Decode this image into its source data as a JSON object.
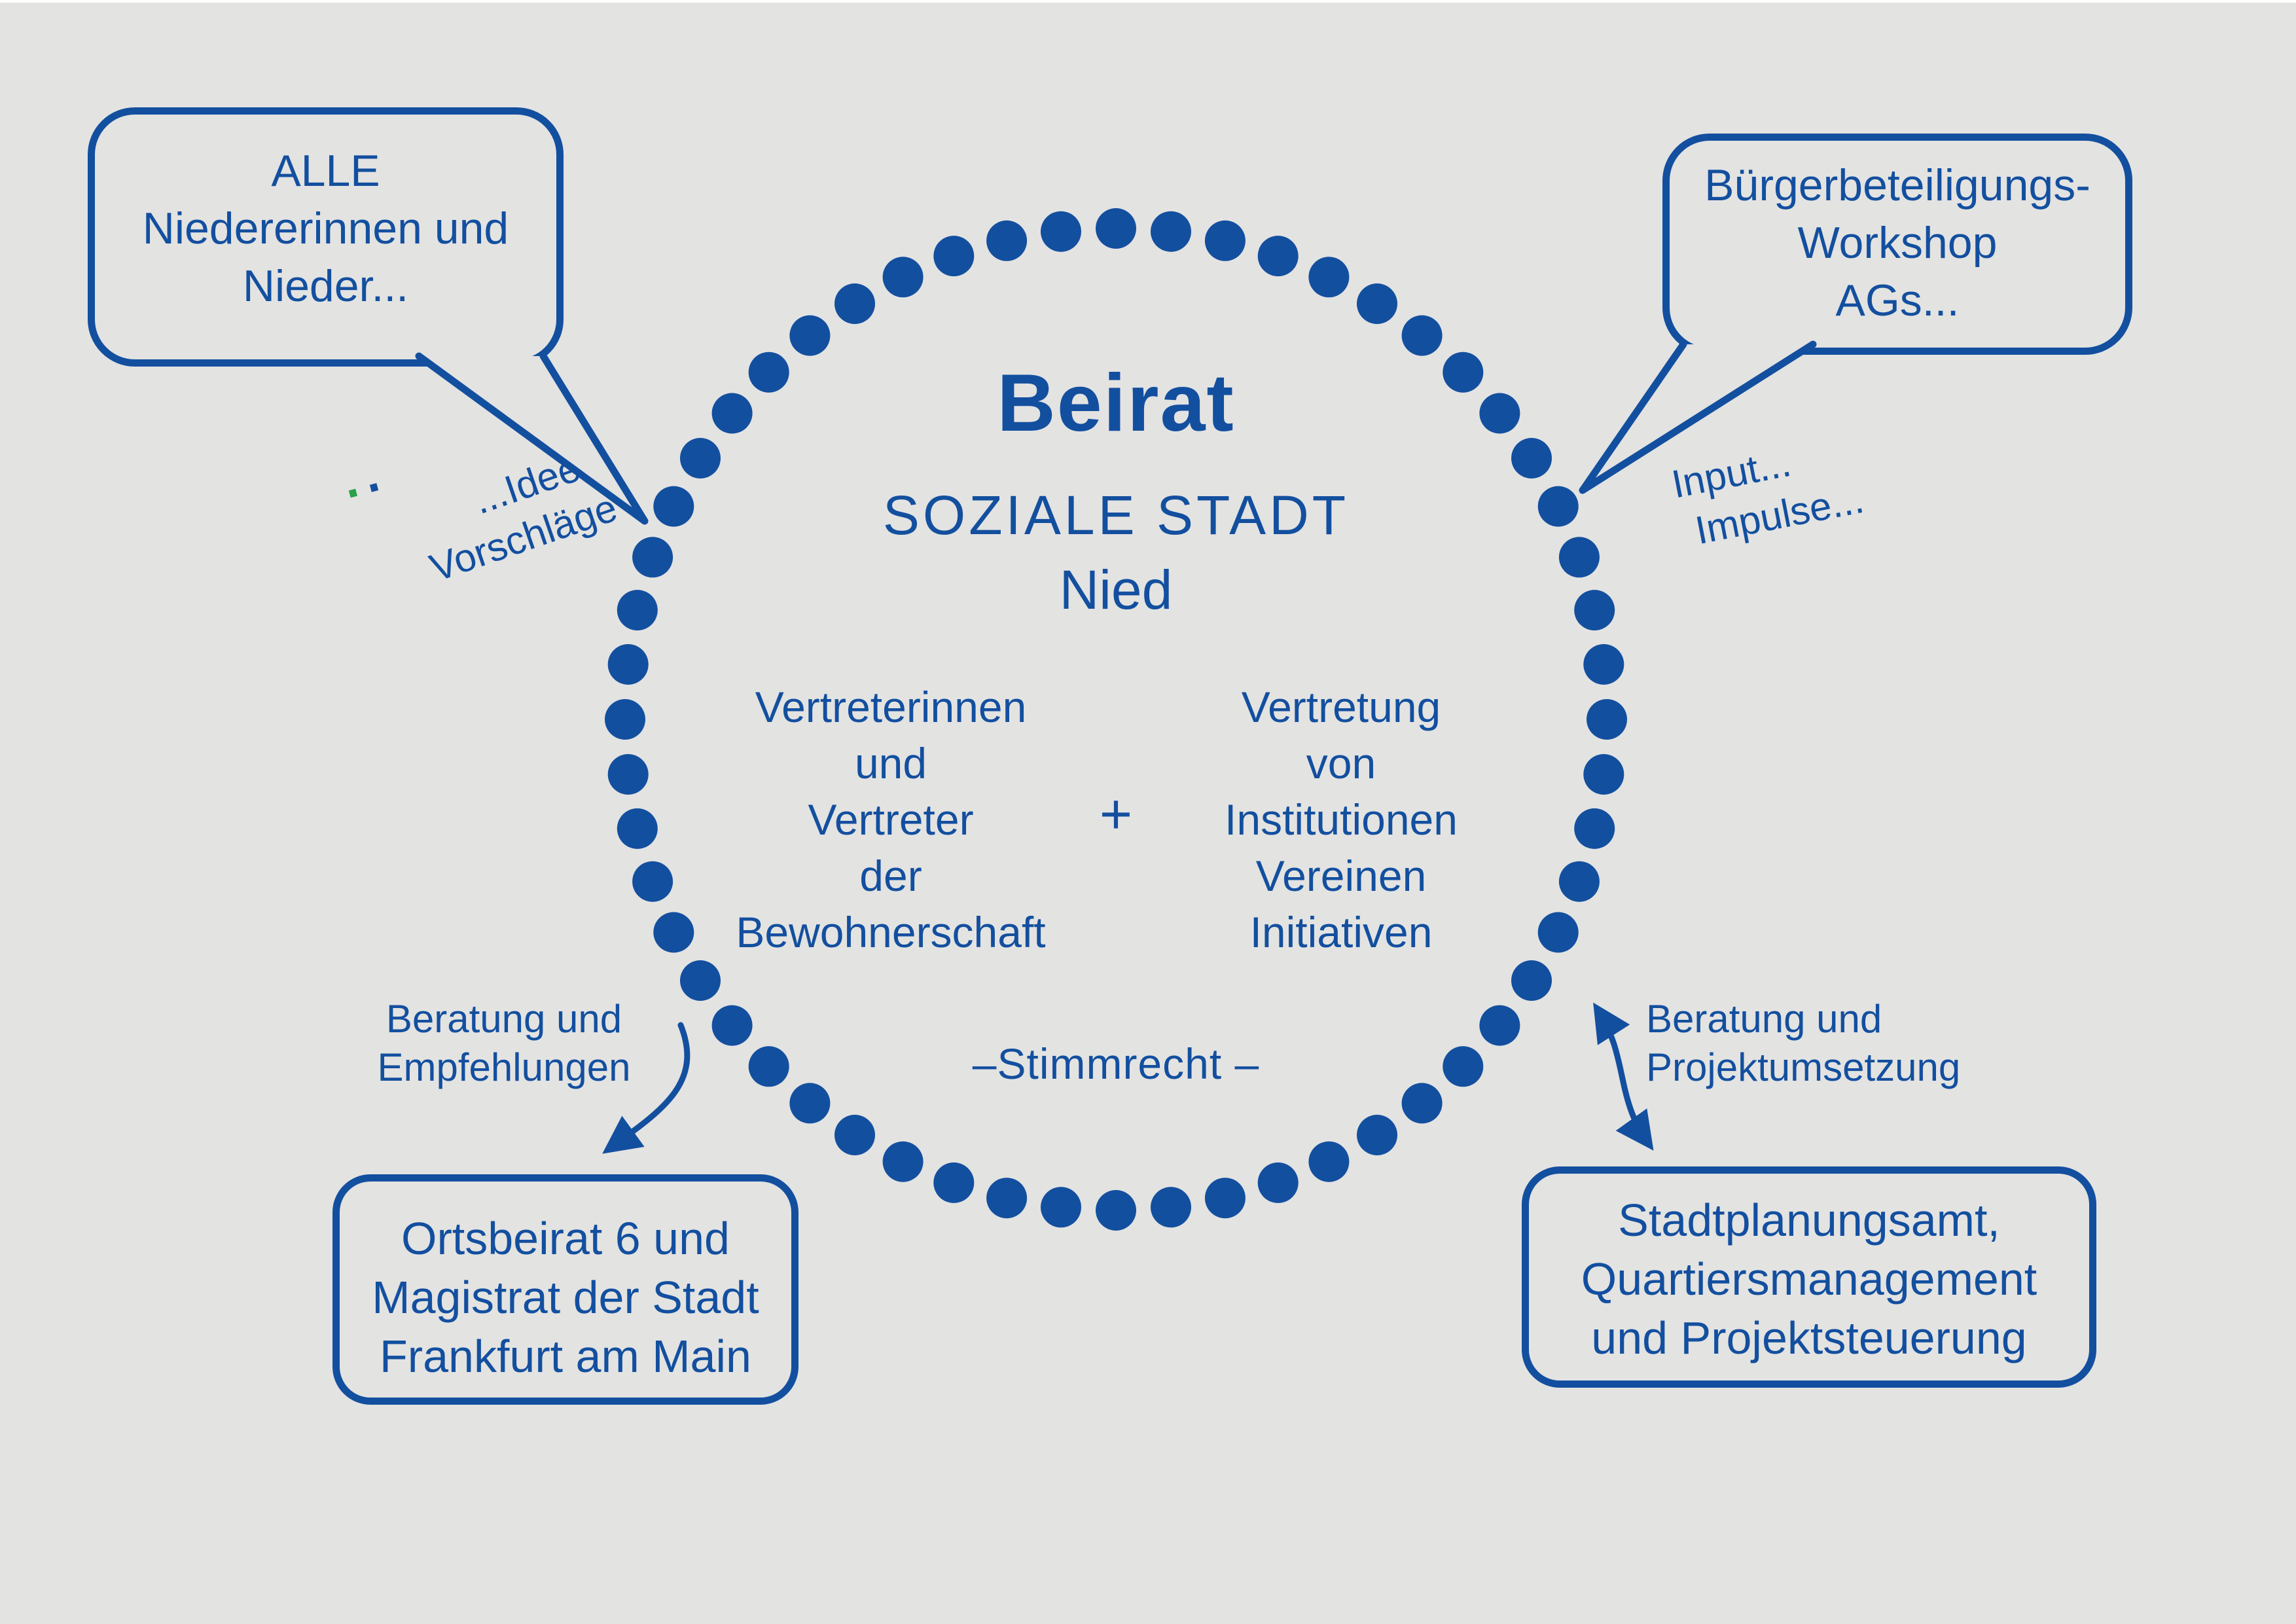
{
  "colors": {
    "blue": "#134f9f",
    "background": "#e3e3e2",
    "green_dot": "#2aa04c"
  },
  "center": {
    "title": "Beirat",
    "subtitle": "SOZIALE STADT",
    "subtitle2": "Nied",
    "left_column": {
      "lines": [
        "Vertreterinnen",
        "und",
        "Vertreter",
        "der",
        "Bewohnerschaft"
      ]
    },
    "plus": "+",
    "right_column": {
      "lines": [
        "Vertretung",
        "von",
        "Institutionen",
        "Vereinen",
        "Initiativen"
      ]
    },
    "bottom": "–Stimmrecht –"
  },
  "bubbles": {
    "top_left": {
      "lines": [
        "ALLE",
        "Niedererinnen und",
        "Nieder..."
      ]
    },
    "top_right": {
      "lines": [
        "Bürgerbeteiligungs-",
        "Workshop",
        "AGs..."
      ]
    }
  },
  "boxes": {
    "bottom_left": {
      "lines": [
        "Ortsbeirat 6 und",
        "Magistrat der Stadt",
        "Frankfurt am Main"
      ]
    },
    "bottom_right": {
      "lines": [
        "Stadtplanungsamt,",
        "Quartiersmanagement",
        "und Projektsteuerung"
      ]
    }
  },
  "annotations": {
    "ideen": {
      "lines": [
        "...Ideen",
        "Vorschläge"
      ],
      "dot1": "·",
      "dot2": "·"
    },
    "input": {
      "lines": [
        "Input...",
        "Impulse..."
      ]
    },
    "beratung_empfehlungen": {
      "lines": [
        "Beratung und",
        "Empfehlungen"
      ]
    },
    "beratung_projekt": {
      "lines": [
        "Beratung und",
        "Projektumsetzung"
      ]
    }
  }
}
